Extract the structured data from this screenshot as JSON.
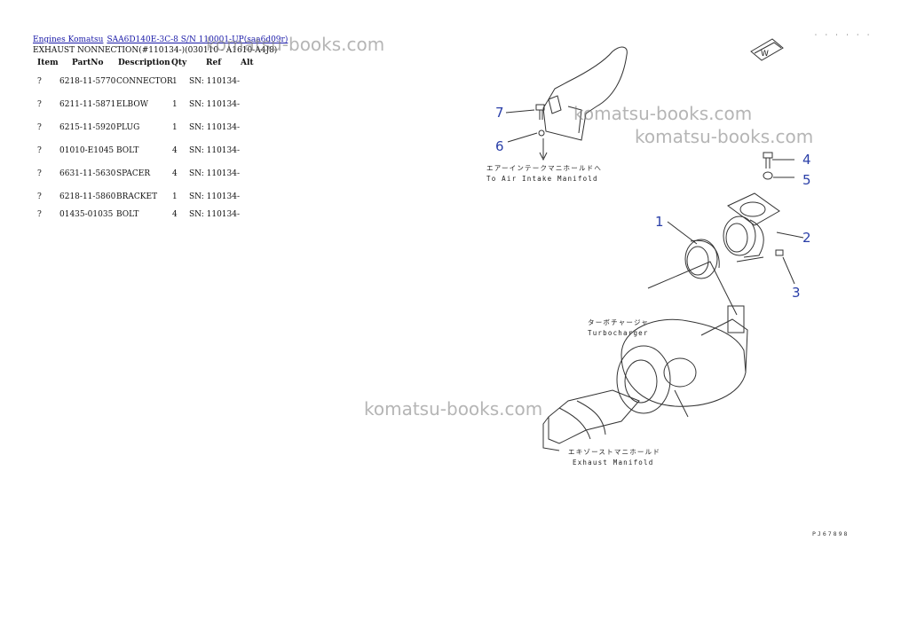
{
  "breadcrumb": {
    "link1": "Engines Komatsu",
    "link2": "SAA6D140E-3C-8 S/N 110001-UP(saa6d09r)"
  },
  "subtitle": "EXHAUST NONNECTION(#110134-)(030110 - A1610-A4J8)",
  "table": {
    "headers": {
      "item": "Item",
      "partno": "PartNo",
      "desc": "Description",
      "qty": "Qty",
      "ref": "Ref",
      "alt": "Alt"
    },
    "rows": [
      {
        "item": "?",
        "partno": "6218-11-5770",
        "desc": "CONNECTOR",
        "qty": "1",
        "ref": "SN: 110134-"
      },
      {
        "item": "?",
        "partno": "6211-11-5871",
        "desc": "ELBOW",
        "qty": "1",
        "ref": "SN: 110134-"
      },
      {
        "item": "?",
        "partno": "6215-11-5920",
        "desc": "PLUG",
        "qty": "1",
        "ref": "SN: 110134-"
      },
      {
        "item": "?",
        "partno": "01010-E1045",
        "desc": "BOLT",
        "qty": "4",
        "ref": "SN: 110134-"
      },
      {
        "item": "?",
        "partno": "6631-11-5630",
        "desc": "SPACER",
        "qty": "4",
        "ref": "SN: 110134-"
      },
      {
        "item": "?",
        "partno": "6218-11-5860",
        "desc": "BRACKET",
        "qty": "1",
        "ref": "SN: 110134-"
      },
      {
        "item": "?",
        "partno": "01435-01035",
        "desc": "BOLT",
        "qty": "4",
        "ref": "SN: 110134-"
      }
    ]
  },
  "watermarks": [
    "komatsu-books.com",
    "komatsu-books.com",
    "komatsu-books.com",
    "komatsu-books.com"
  ],
  "diagram": {
    "callouts": [
      "1",
      "2",
      "3",
      "4",
      "5",
      "6",
      "7"
    ],
    "label_air_jp": "エアーインテークマニホールドへ",
    "label_air_en": "To Air Intake Manifold",
    "label_turbo_jp": "ターボチャージャ",
    "label_turbo_en": "Turbocharger",
    "label_exhaust_jp": "エキゾーストマニホールド",
    "label_exhaust_en": "Exhaust Manifold",
    "corner_mark": "· · · · · ·",
    "figure_code": "PJ67898",
    "badge_letter": "W"
  },
  "colors": {
    "link": "#1a1aa8",
    "callout": "#2a3fa8",
    "watermark": "#8a8a8a"
  }
}
